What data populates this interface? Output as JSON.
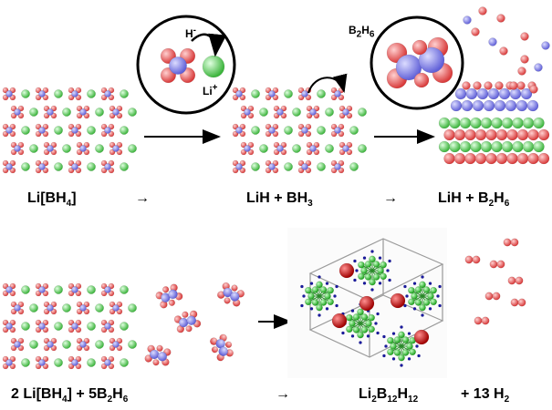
{
  "diagram": {
    "labels": {
      "li_bh4": "Li[BH4]",
      "arrow1": "→",
      "lih_bh3": "LiH + BH3",
      "arrow2": "→",
      "lih_b2h6": "LiH + B2H6",
      "li_bh4_b2h6": "2 Li[BH4] + 5B2H6",
      "arrow3": "→",
      "li2b12h12": "Li2B12H12",
      "h2": "+ 13 H2",
      "h_minus": "H-",
      "li_plus": "Li+",
      "b2h6_tag": "B2H6"
    },
    "colors": {
      "boron": "#7a7ae6",
      "hydrogen": "#e84848",
      "lithium": "#5cc85c",
      "cluster_b": "#33cc33",
      "cluster_h": "#1a1aa0",
      "cluster_li": "#cc1111"
    }
  }
}
